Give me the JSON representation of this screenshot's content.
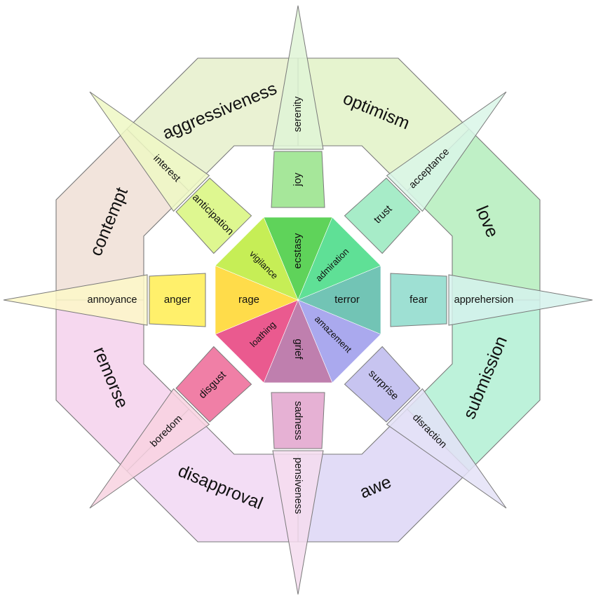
{
  "diagram": {
    "dyads": [
      {
        "id": "optimism",
        "label": "optimism",
        "color": "#e6f4cf"
      },
      {
        "id": "love",
        "label": "love",
        "color": "#bff0c6"
      },
      {
        "id": "submission",
        "label": "submission",
        "color": "#bdf2da"
      },
      {
        "id": "awe",
        "label": "awe",
        "color": "#e2dcf7"
      },
      {
        "id": "disapproval",
        "label": "disapproval",
        "color": "#f3ddf5"
      },
      {
        "id": "remorse",
        "label": "remorse",
        "color": "#f6d8ef"
      },
      {
        "id": "contempt",
        "label": "contempt",
        "color": "#f2e4dc"
      },
      {
        "id": "aggressiveness",
        "label": "aggressiveness",
        "color": "#eaf2d3"
      }
    ],
    "emotions": [
      {
        "id": "joy",
        "core": "ecstasy",
        "mid": "joy",
        "tip": "serenity",
        "core_color": "#5fd35a",
        "mid_color": "#a6e79a",
        "tip_color": "#dff4d6"
      },
      {
        "id": "trust",
        "core": "admiration",
        "mid": "trust",
        "tip": "acceptance",
        "core_color": "#5fe096",
        "mid_color": "#a7ecc8",
        "tip_color": "#d9f6e8"
      },
      {
        "id": "fear",
        "core": "terror",
        "mid": "fear",
        "tip": "apprehersion",
        "core_color": "#72c4b5",
        "mid_color": "#9ee0d3",
        "tip_color": "#d5f2ec"
      },
      {
        "id": "surprise",
        "core": "amazement",
        "mid": "surprise",
        "tip": "disraction",
        "core_color": "#aaa9ee",
        "mid_color": "#c7c4f0",
        "tip_color": "#e4e2f7"
      },
      {
        "id": "sadness",
        "core": "grief",
        "mid": "sadness",
        "tip": "pensiveness",
        "core_color": "#bf7fae",
        "mid_color": "#e6b1d4",
        "tip_color": "#f5dcee"
      },
      {
        "id": "disgust",
        "core": "loathing",
        "mid": "disgust",
        "tip": "boredom",
        "core_color": "#ea5a8f",
        "mid_color": "#f07fa6",
        "tip_color": "#f8d2e0"
      },
      {
        "id": "anger",
        "core": "rage",
        "mid": "anger",
        "tip": "annoyance",
        "core_color": "#ffdc4a",
        "mid_color": "#fff06b",
        "tip_color": "#fdf8c8"
      },
      {
        "id": "anticipation",
        "core": "vigilance",
        "mid": "anticipation",
        "tip": "interest",
        "core_color": "#c6ee56",
        "mid_color": "#def790",
        "tip_color": "#eef8c4"
      }
    ]
  }
}
